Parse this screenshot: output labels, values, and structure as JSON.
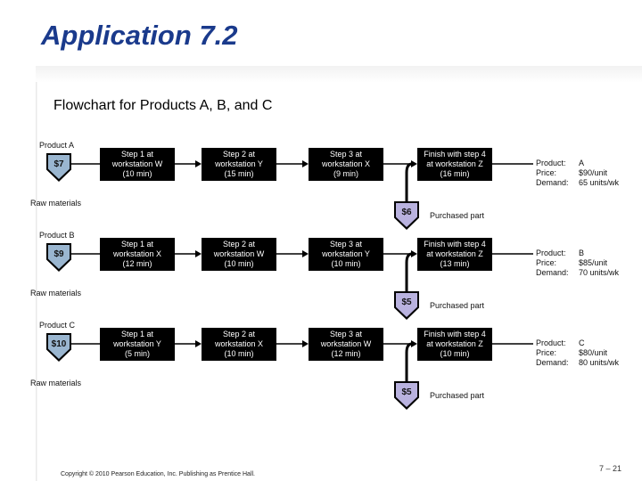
{
  "title": "Application 7.2",
  "subtitle": "Flowchart for Products A, B, and C",
  "colors": {
    "title": "#1a3a8c",
    "raw_material_fill": "#9ab6d0",
    "purchased_part_fill": "#b9b2df"
  },
  "flows": [
    {
      "product_label": "Product A",
      "raw_cost": "$7",
      "raw_label": "Raw materials",
      "steps": [
        {
          "lines": [
            "Step 1 at",
            "workstation W",
            "(10 min)"
          ]
        },
        {
          "lines": [
            "Step 2 at",
            "workstation Y",
            "(15 min)"
          ]
        },
        {
          "lines": [
            "Step 3 at",
            "workstation X",
            "(9 min)"
          ]
        },
        {
          "lines": [
            "Finish with step 4",
            "at workstation Z",
            "(16 min)"
          ]
        }
      ],
      "purchased_cost": "$6",
      "purchased_label": "Purchased part",
      "info": {
        "product_key": "Product:",
        "product": "A",
        "price_key": "Price:",
        "price": "$90/unit",
        "demand_key": "Demand:",
        "demand": "65 units/wk"
      }
    },
    {
      "product_label": "Product B",
      "raw_cost": "$9",
      "raw_label": "Raw materials",
      "steps": [
        {
          "lines": [
            "Step 1 at",
            "workstation X",
            "(12 min)"
          ]
        },
        {
          "lines": [
            "Step 2 at",
            "workstation W",
            "(10 min)"
          ]
        },
        {
          "lines": [
            "Step 3 at",
            "workstation Y",
            "(10 min)"
          ]
        },
        {
          "lines": [
            "Finish with step 4",
            "at workstation Z",
            "(13 min)"
          ]
        }
      ],
      "purchased_cost": "$5",
      "purchased_label": "Purchased part",
      "info": {
        "product_key": "Product:",
        "product": "B",
        "price_key": "Price:",
        "price": "$85/unit",
        "demand_key": "Demand:",
        "demand": "70 units/wk"
      }
    },
    {
      "product_label": "Product C",
      "raw_cost": "$10",
      "raw_label": "Raw materials",
      "steps": [
        {
          "lines": [
            "Step 1 at",
            "workstation Y",
            "(5 min)"
          ]
        },
        {
          "lines": [
            "Step 2 at",
            "workstation X",
            "(10 min)"
          ]
        },
        {
          "lines": [
            "Step 3 at",
            "workstation W",
            "(12 min)"
          ]
        },
        {
          "lines": [
            "Finish with step 4",
            "at workstation Z",
            "(10 min)"
          ]
        }
      ],
      "purchased_cost": "$5",
      "purchased_label": "Purchased part",
      "info": {
        "product_key": "Product:",
        "product": "C",
        "price_key": "Price:",
        "price": "$80/unit",
        "demand_key": "Demand:",
        "demand": "80 units/wk"
      }
    }
  ],
  "footer": "Copyright © 2010 Pearson Education, Inc. Publishing as Prentice Hall.",
  "page_number": "7 – 21"
}
